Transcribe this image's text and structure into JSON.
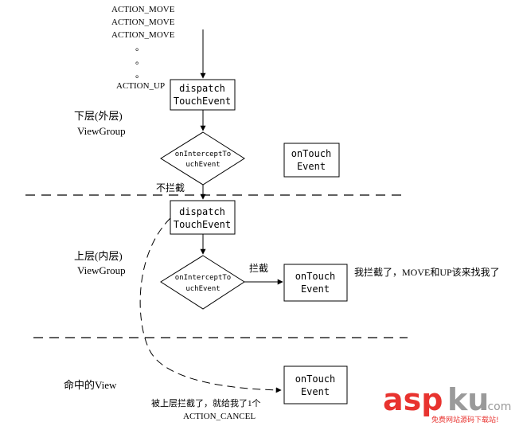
{
  "event_stream": [
    "ACTION_MOVE",
    "ACTION_MOVE",
    "ACTION_MOVE",
    "。",
    "。",
    "。",
    "ACTION_UP"
  ],
  "outer": {
    "label_line1": "下层(外层)",
    "label_line2": "ViewGroup",
    "dispatch": [
      "dispatch",
      "TouchEvent"
    ],
    "intercept": [
      "onInterceptTo",
      "uchEvent"
    ],
    "ontouch": [
      "onTouch",
      "Event"
    ],
    "not_intercept": "不拦截"
  },
  "inner": {
    "label_line1": "上层(内层)",
    "label_line2": "ViewGroup",
    "dispatch": [
      "dispatch",
      "TouchEvent"
    ],
    "intercept": [
      "onInterceptTo",
      "uchEvent"
    ],
    "ontouch": [
      "onTouch",
      "Event"
    ],
    "intercept_label": "拦截",
    "note": "我拦截了，MOVE和UP该来找我了"
  },
  "target": {
    "label": "命中的View",
    "ontouch": [
      "onTouch",
      "Event"
    ],
    "cancel_note_line1": "被上层拦截了，就给我了1个",
    "cancel_note_line2": "ACTION_CANCEL"
  },
  "watermark": {
    "asp": "asp",
    "ku": "ku",
    "com": ".com",
    "sub": "免费网站源码下载站!",
    "color_red": "#e8332f",
    "color_gray": "#9a9a9a"
  }
}
